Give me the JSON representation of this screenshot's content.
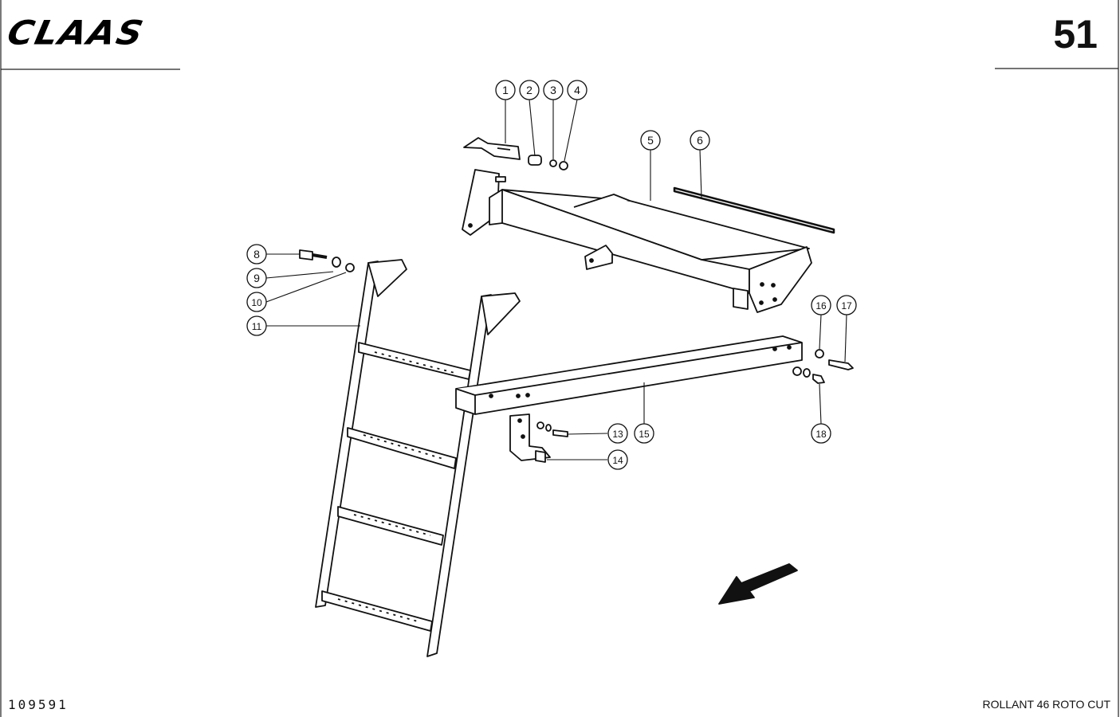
{
  "header": {
    "brand": "CLAAS",
    "page_number": "51"
  },
  "footer": {
    "document_number": "109591",
    "model": "ROLLANT 46 ROTO CUT"
  },
  "callouts": [
    "1",
    "2",
    "3",
    "4",
    "5",
    "6",
    "8",
    "9",
    "10",
    "11",
    "13",
    "14",
    "15",
    "16",
    "17",
    "18"
  ]
}
